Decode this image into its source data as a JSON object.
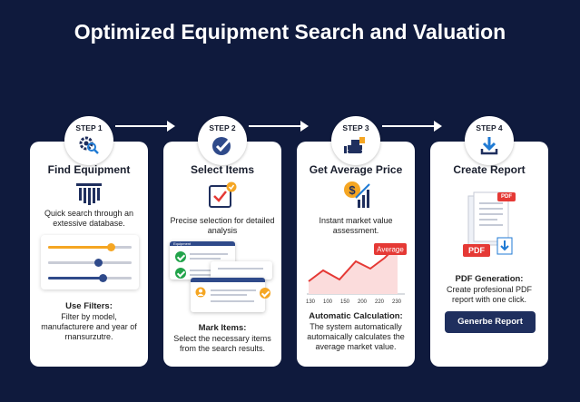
{
  "title": "Optimized Equipment Search and Valuation",
  "steps": [
    {
      "badge": "STEP 1",
      "title": "Find Equipment",
      "desc": "Quick search through an extessive database.",
      "sub_title": "Use Filters:",
      "sub_desc": "Filter by model, manufacturere and year of rnansurzutre.",
      "icons": [
        "gear-search-icon",
        "logo-icon"
      ]
    },
    {
      "badge": "STEP 2",
      "title": "Select Items",
      "desc": "Precise selection for detailed analysis",
      "sub_title": "Mark Items:",
      "sub_desc": "Select the necessary items from the search results.",
      "icons": [
        "check-circle-icon",
        "checklist-icon"
      ]
    },
    {
      "badge": "STEP 3",
      "title": "Get Average Price",
      "desc": "Instant market value assessment.",
      "sub_title": "Automatic Calculation:",
      "sub_desc": "The system automatically automaically calculates the average market value.",
      "icons": [
        "bulldozer-icon",
        "dollar-chart-icon"
      ],
      "chart": {
        "label": "Average",
        "ticks": [
          "130",
          "100",
          "150",
          "200",
          "220",
          "230"
        ]
      }
    },
    {
      "badge": "STEP 4",
      "title": "Create Report",
      "desc_title": "PDF Generation:",
      "desc": "Create profesional PDF report with one click.",
      "button": "Generbe Report",
      "pdf_small": "PDF",
      "pdf_large": "PDF",
      "icons": [
        "download-icon",
        "pdf-document-icon"
      ]
    }
  ],
  "sliders": [
    {
      "color": "#f5a623",
      "level": 0.75
    },
    {
      "color": "#2f4a8a",
      "level": 0.6
    },
    {
      "color": "#2f4a8a",
      "level": 0.65
    }
  ],
  "mini_card_header": "Equipment",
  "colors": {
    "background": "#0f1a3d",
    "accent_orange": "#f5a623",
    "accent_blue": "#2f4a8a",
    "accent_red": "#e53935",
    "check_green": "#22a34a"
  }
}
